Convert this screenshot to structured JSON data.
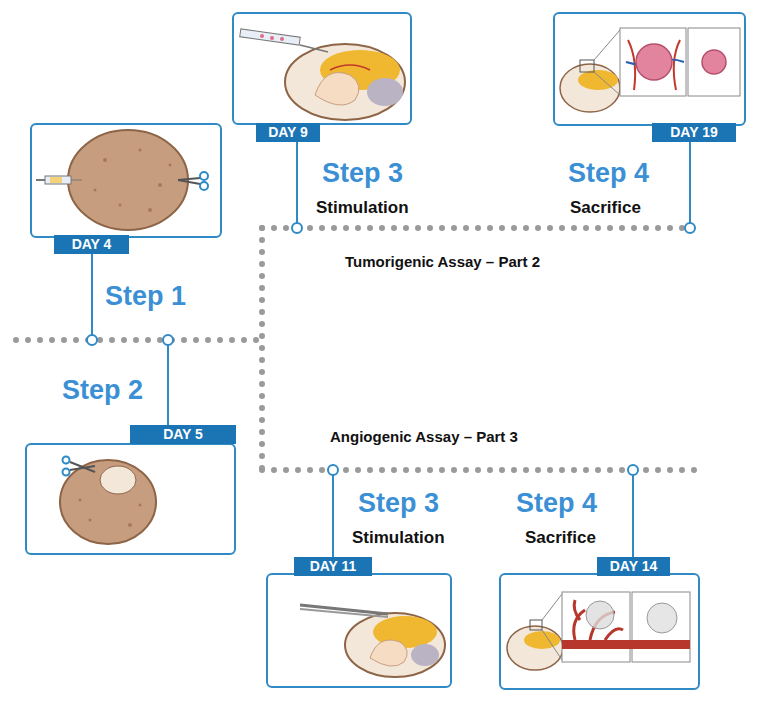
{
  "diagram": {
    "nodes": [
      {
        "text": [
          "DAY 9"
        ]
      },
      {
        "text": [
          "DAY 19"
        ]
      },
      {
        "text": [
          "DAY 4"
        ]
      },
      {
        "text": [
          "DAY 5"
        ]
      },
      {
        "text": [
          "DAY 11"
        ]
      },
      {
        "text": [
          "DAY 14"
        ]
      }
    ],
    "labels": [
      "Step 3",
      "Stimulation",
      "Step 4",
      "Sacrifice",
      "Step 1",
      "Tumorigenic Assay – Part 2",
      "Step 2",
      "Angiogenic Assay – Part 3",
      "Step 3",
      "Stimulation",
      "Step 4",
      "Sacrifice"
    ]
  }
}
